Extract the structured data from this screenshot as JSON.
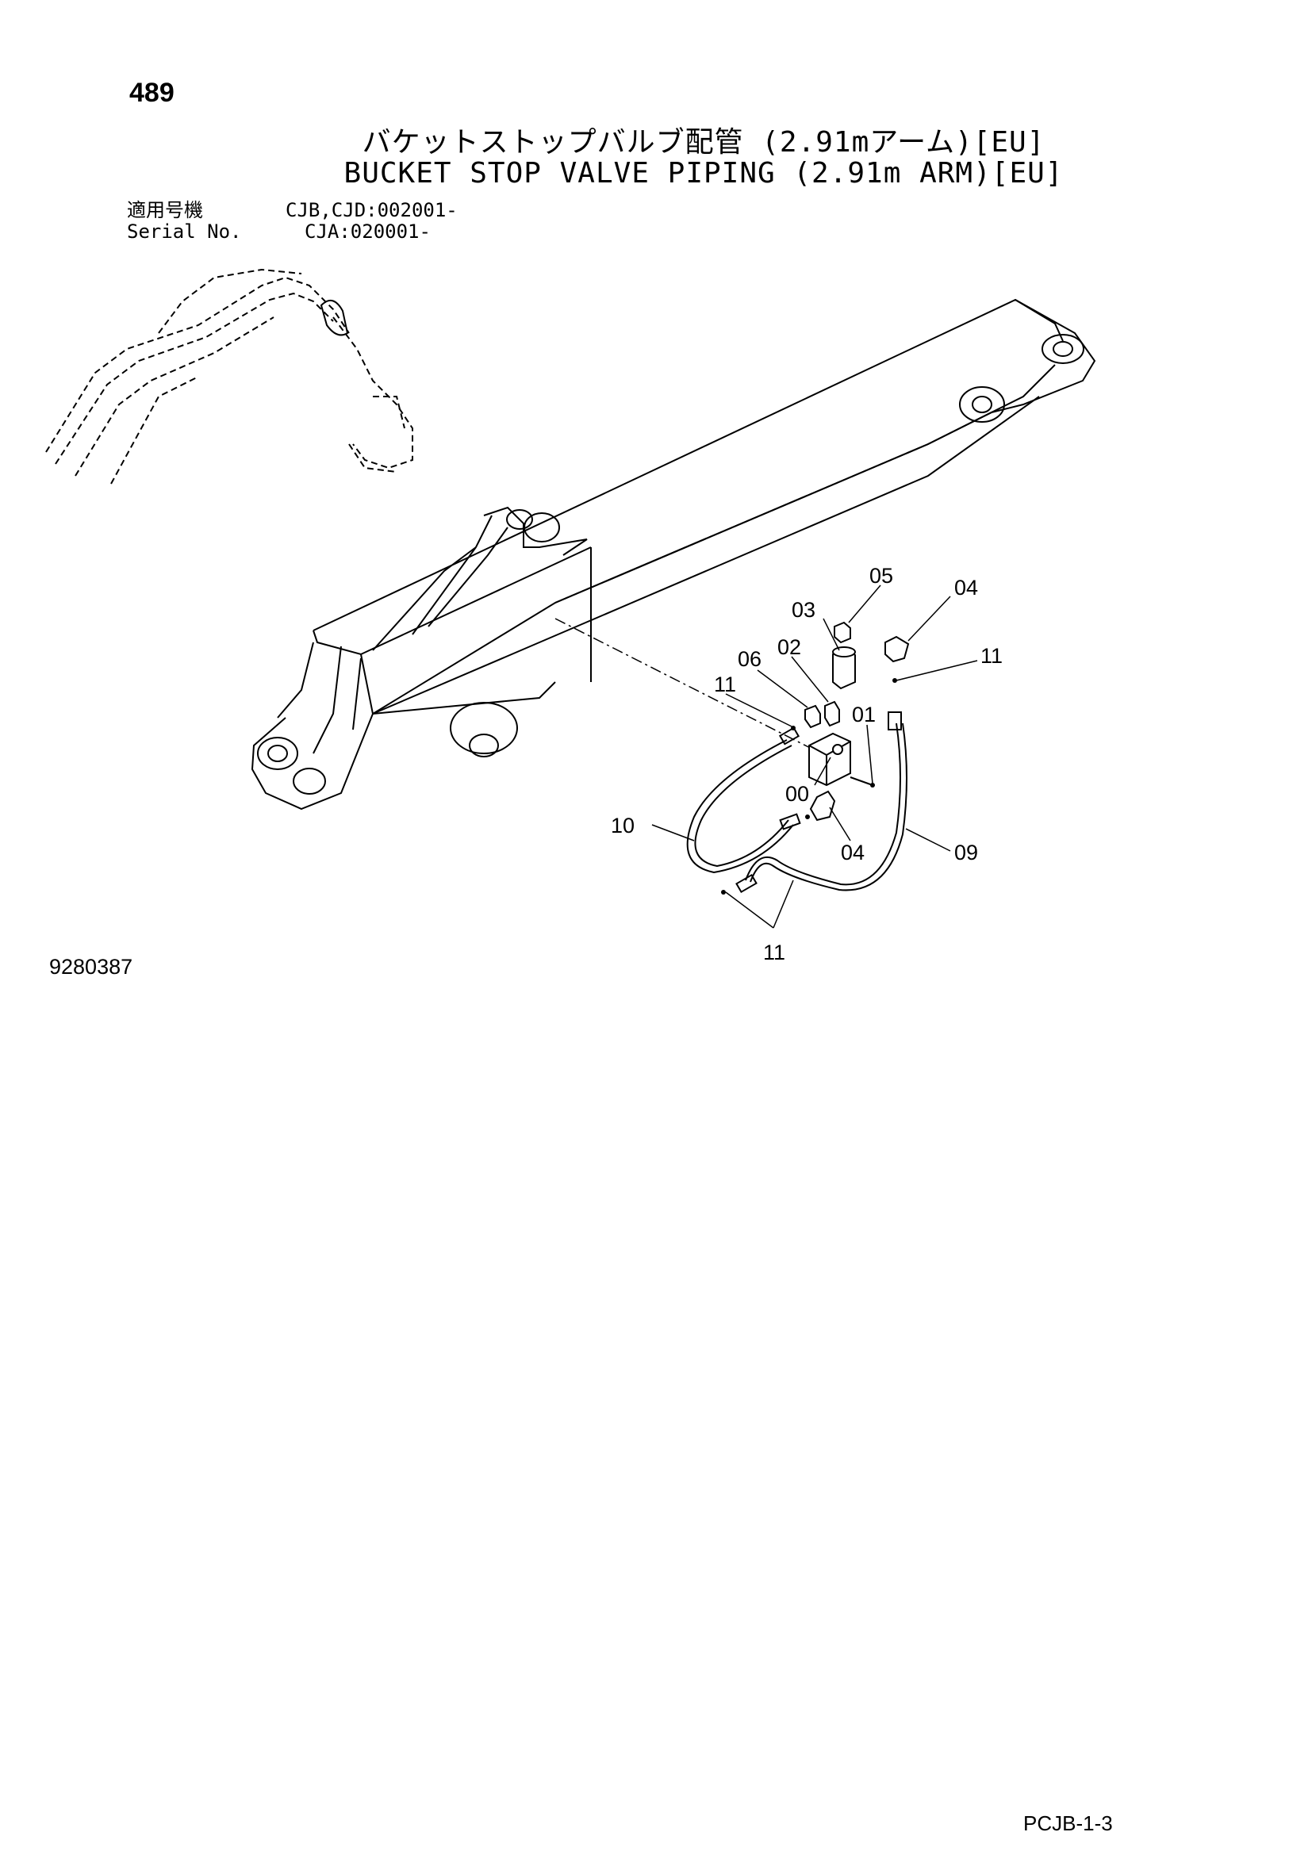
{
  "page_number": "489",
  "title_jp": "バケットストップバルブ配管 (2.91mアーム)[EU]",
  "title_en": "BUCKET STOP VALVE PIPING (2.91m ARM)[EU]",
  "applicability": {
    "label_jp": "適用号機",
    "value_1": "CJB,CJD:002001-",
    "label_en": "Serial No.",
    "value_2": "CJA:020001-"
  },
  "callouts": {
    "c00": "00",
    "c01": "01",
    "c02": "02",
    "c03": "03",
    "c04a": "04",
    "c04b": "04",
    "c05": "05",
    "c06": "06",
    "c09": "09",
    "c10": "10",
    "c11a": "11",
    "c11b": "11",
    "c11c": "11"
  },
  "drawing_number": "9280387",
  "page_code": "PCJB-1-3"
}
